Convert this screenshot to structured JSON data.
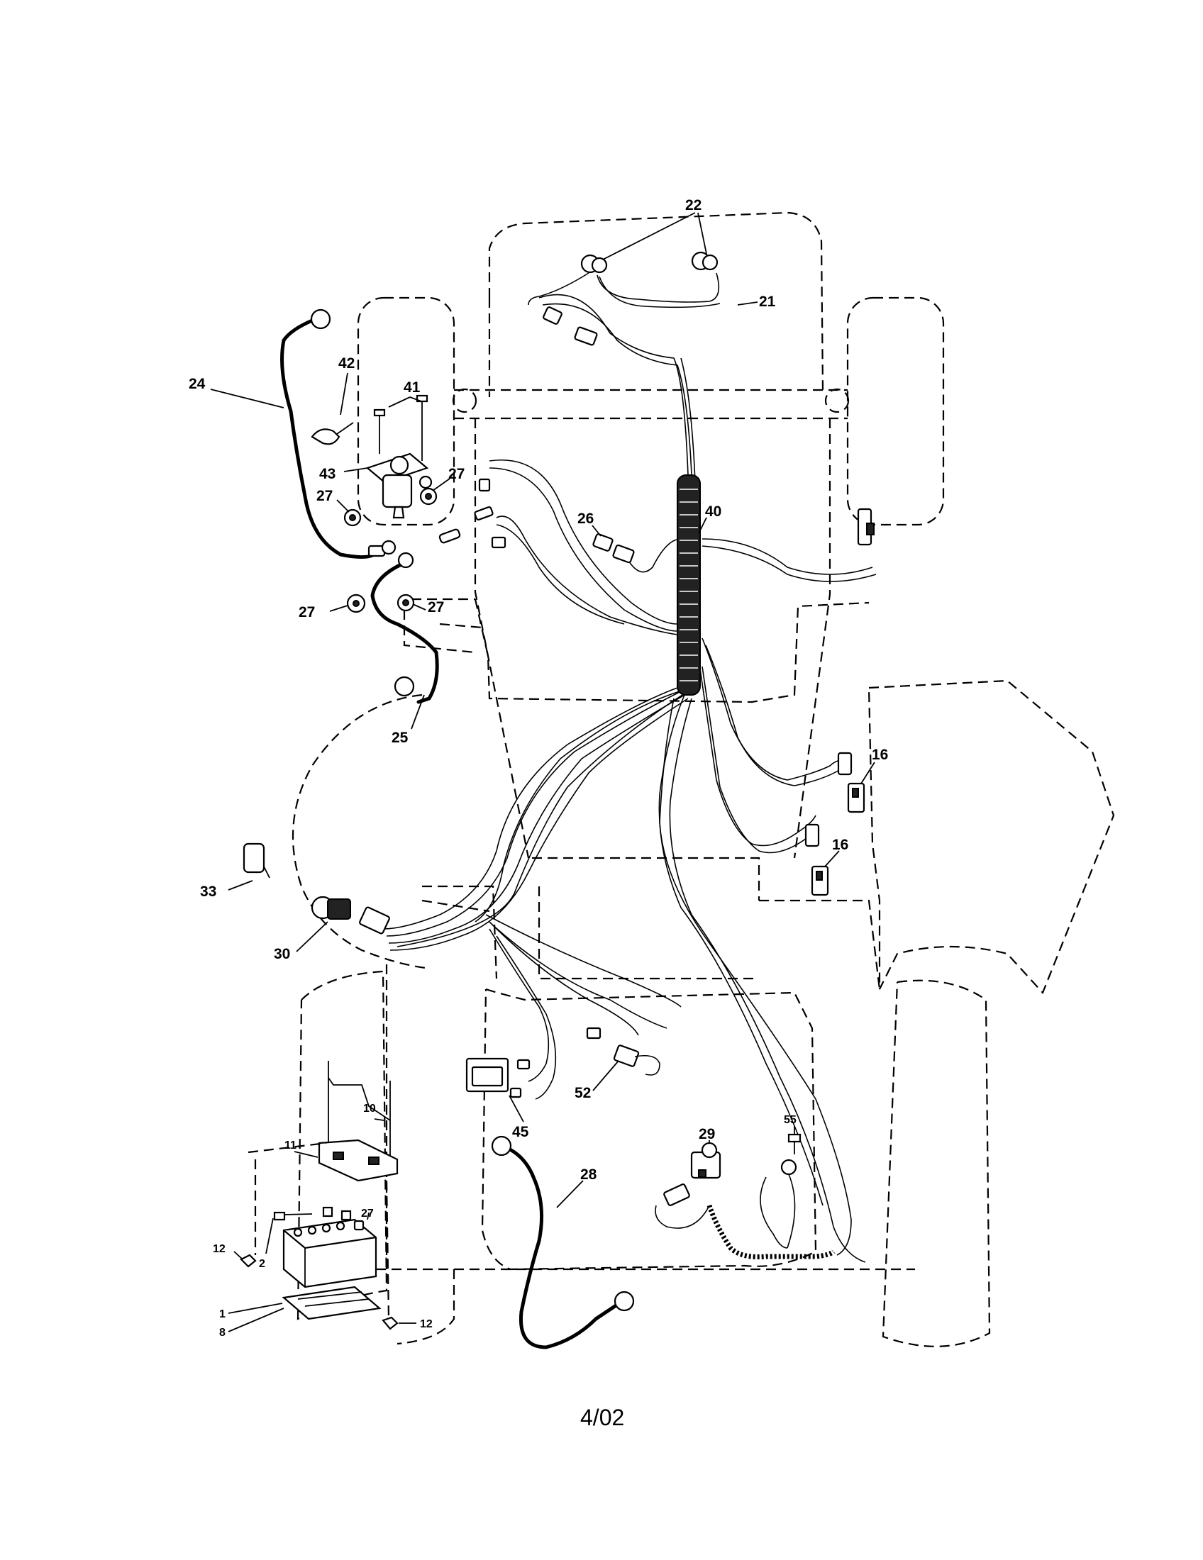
{
  "callouts": {
    "c22": "22",
    "c21": "21",
    "c24": "24",
    "c42": "42",
    "c41": "41",
    "c43": "43",
    "c27a": "27",
    "c27b": "27",
    "c27c": "27",
    "c27d": "27",
    "c27e": "27",
    "c26": "26",
    "c40": "40",
    "c25": "25",
    "c16a": "16",
    "c16b": "16",
    "c33": "33",
    "c30": "30",
    "c10": "10",
    "c11": "11",
    "c45": "45",
    "c52": "52",
    "c28": "28",
    "c29": "29",
    "c55": "55",
    "c12a": "12",
    "c12b": "12",
    "c2": "2",
    "c1": "1",
    "c8": "8"
  },
  "footer": {
    "date": "4/02"
  }
}
